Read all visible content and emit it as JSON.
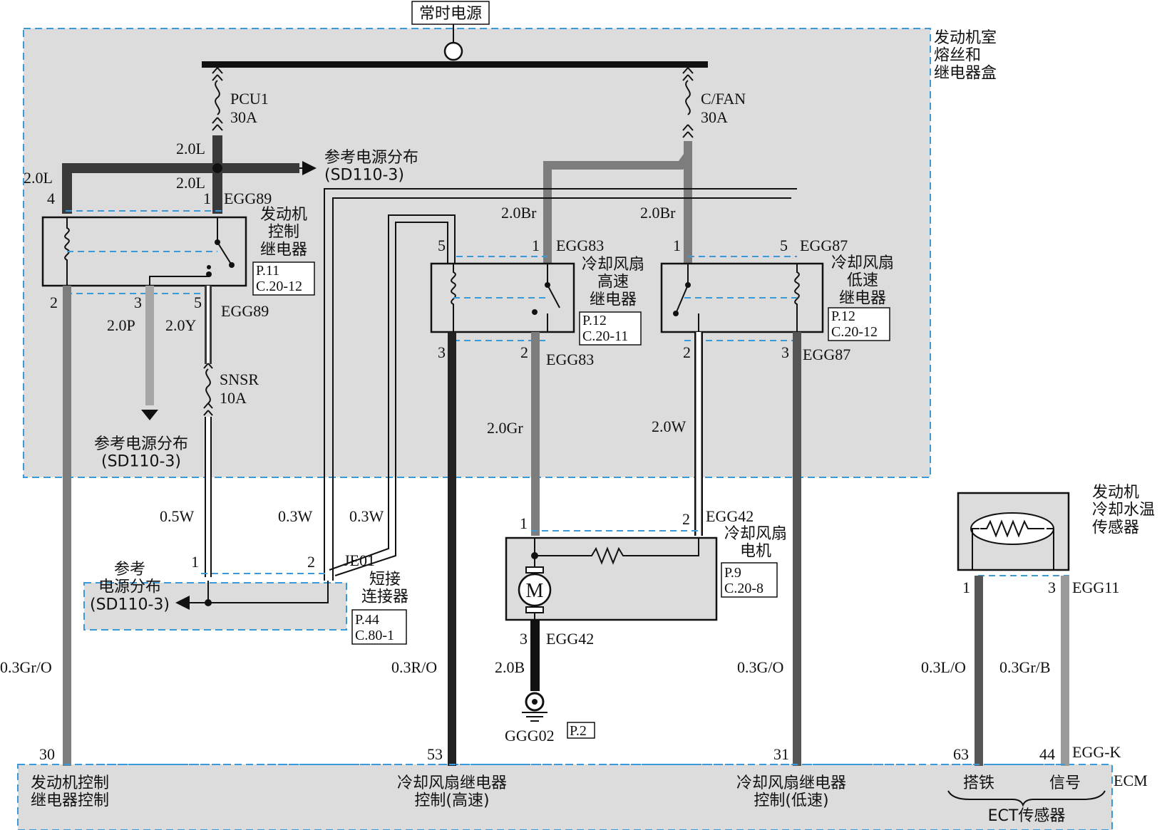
{
  "zones": {
    "engine_room_box": "发动机室\n熔丝和\n继电器盒",
    "short_connector_title": "短接\n连接器",
    "ecm_label": "ECM"
  },
  "power": {
    "constant_power": "常时电源"
  },
  "fuses": [
    {
      "name": "PCU1",
      "rating": "30A"
    },
    {
      "name": "C/FAN",
      "rating": "30A"
    },
    {
      "name": "SNSR",
      "rating": "10A"
    }
  ],
  "relays": {
    "engine_control": {
      "title": "发动机\n控制\n继电器",
      "ref1": "P.11",
      "ref2": "C.20-12",
      "connector": "EGG89"
    },
    "high_speed": {
      "title": "冷却风扇\n高速\n继电器",
      "ref1": "P.12",
      "ref2": "C.20-11",
      "connector": "EGG83"
    },
    "low_speed": {
      "title": "冷却风扇\n低速\n继电器",
      "ref1": "P.12",
      "ref2": "C.20-12",
      "connector": "EGG87"
    }
  },
  "motor": {
    "title": "冷却风扇\n电机",
    "ref1": "P.9",
    "ref2": "C.20-8",
    "connector": "EGG42",
    "symbol": "M"
  },
  "sensor": {
    "title": "发动机\n冷却水温\n传感器",
    "connector": "EGG11"
  },
  "joint": {
    "name": "JE01",
    "ref1": "P.44",
    "ref2": "C.80-1"
  },
  "ground": {
    "name": "GGG02",
    "ref": "P.2"
  },
  "refs": {
    "power_dist_1": "参考电源分布\n(SD110-3)",
    "power_dist_2": "参考电源分布\n(SD110-3)",
    "power_dist_3": "参考\n电源分布\n(SD110-3)"
  },
  "wire_labels": [
    "2.0L",
    "2.0L",
    "2.0L",
    "2.0Br",
    "2.0Br",
    "2.0P",
    "2.0Y",
    "2.0Gr",
    "2.0W",
    "0.5W",
    "0.3W",
    "0.3W",
    "0.3Gr/O",
    "0.3R/O",
    "2.0B",
    "0.3G/O",
    "0.3L/O",
    "0.3Gr/B"
  ],
  "pins": {
    "r1_4": "4",
    "r1_1": "1",
    "r1_2": "2",
    "r1_3": "3",
    "r1_5": "5",
    "r2_5": "5",
    "r2_1": "1",
    "r2_3": "3",
    "r2_2": "2",
    "r3_1": "1",
    "r3_5": "5",
    "r3_2": "2",
    "r3_3": "3",
    "m_1": "1",
    "m_2": "2",
    "m_3": "3",
    "j_1": "1",
    "j_2": "2",
    "s_1": "1",
    "s_3": "3",
    "e_30": "30",
    "e_53": "53",
    "e_31": "31",
    "e_63": "63",
    "e_44": "44"
  },
  "connectors_extra": {
    "egg89_lower": "EGG89",
    "egg83_lower": "EGG83",
    "egg87_lower": "EGG87",
    "egg42_lower": "EGG42",
    "egg_k": "EGG-K"
  },
  "ecm_terminals": [
    {
      "pin": "30",
      "label": "发动机控制\n继电器控制"
    },
    {
      "pin": "53",
      "label": "冷却风扇继电器\n控制(高速)"
    },
    {
      "pin": "31",
      "label": "冷却风扇继电器\n控制(低速)"
    },
    {
      "pin": "63",
      "label": "搭铁"
    },
    {
      "pin": "44",
      "label": "信号"
    }
  ],
  "ect_sensor_group": "ECT传感器",
  "colors": {
    "zone_fill": "#dcdcdc",
    "dash_blue": "#3a9ad9",
    "wire_gray": "#808080",
    "wire_dark": "#3a3a3a"
  }
}
